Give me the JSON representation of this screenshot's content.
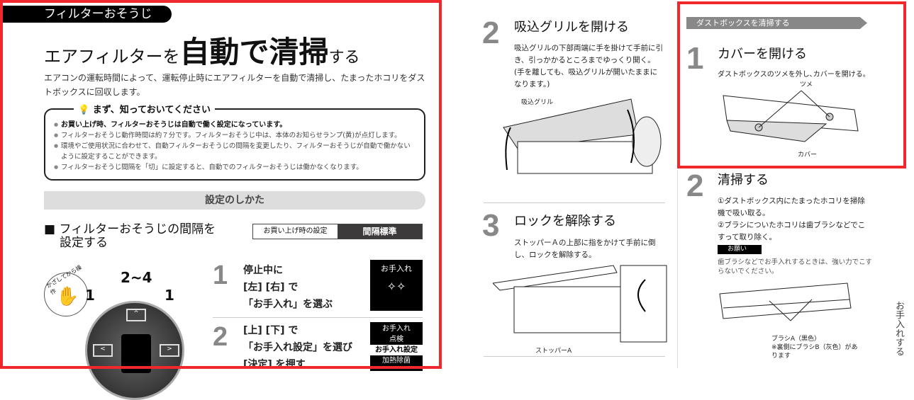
{
  "left_page": {
    "section_tag": "フィルターおそうじ",
    "title": {
      "pre": "エアフィルターを",
      "big": "自動で清掃",
      "post": "する"
    },
    "intro": "エアコンの運転時間によって、運転停止時にエアフィルターを自動で清掃し、たまったホコリをダストボックスに回収します。",
    "note": {
      "heading": "まず、知っておいてください",
      "items": [
        "お買い上げ時、フィルターおそうじは自動で働く設定になっています。",
        "フィルターおそうじ動作時間は約７分です。フィルターおそうじ中は、本体のお知らせランプ(黄)が点灯します。",
        "環境やご使用状況に合わせて、自動フィルターおそうじの間隔を変更したり、フィルターおそうじが自動で働かないように設定することができます。",
        "フィルターおそうじ間隔を「切」に設定すると、自動でのフィルターおそうじは働かなくなります。"
      ]
    },
    "howto": "設定のしかた",
    "subheading_line1": "■ フィルターおそうじの間隔を",
    "subheading_line2": "設定する",
    "default_table": {
      "label": "お買い上げ時の設定",
      "value": "間隔標準"
    },
    "remote": {
      "hover_label": "かざしてから操作",
      "label_left": "1",
      "label_center": "2~4",
      "label_right": "1"
    },
    "steps": [
      {
        "num": "1",
        "lines": [
          "停止中に",
          "[左] [右] で",
          "「お手入れ」を選ぶ"
        ],
        "lcd": [
          "お手入れ",
          "✧✧"
        ]
      },
      {
        "num": "2",
        "lines": [
          "[上] [下] で",
          "「お手入れ設定」を選び",
          "[決定] を押す"
        ],
        "lcd": [
          "お手入れ",
          "点検",
          "お手入れ設定",
          "加熱除菌"
        ]
      }
    ]
  },
  "mid_page": {
    "step2": {
      "num": "2",
      "title": "吸込グリルを開ける",
      "text": "吸込グリルの下部両端に手を掛けて手前に引き、引っかかるところまでゆっくり開く。(手を離しても、吸込グリルが開いたままになります。)",
      "label": "吸込グリル"
    },
    "step3": {
      "num": "3",
      "title": "ロックを解除する",
      "text": "ストッパーＡの上部に指をかけて手前に倒し、ロックを解除する。",
      "label": "ストッパーA"
    }
  },
  "right_page": {
    "section_tag": "ダストボックスを清掃する",
    "step1": {
      "num": "1",
      "title": "カバーを開ける",
      "text": "ダストボックスのツメを外し､カバーを開ける。",
      "label_top": "ツメ",
      "label_bottom": "カバー"
    },
    "step2": {
      "num": "2",
      "title": "清掃する",
      "items": [
        "①ダストボックス内にたまったホコリを掃除機で吸い取る。",
        "②ブラシについたホコリは歯ブラシなどでこすって取り除く。"
      ],
      "caution_label": "お願い",
      "caution": "歯ブラシなどでお手入れするときは、強い力でこすらないでください。",
      "label1": "ブラシA（黒色）",
      "label2": "※裏側にブラシB（灰色）があります"
    },
    "side_label": "お手入れする"
  },
  "colors": {
    "highlight": "#f0282d",
    "step_number": "#888888"
  }
}
